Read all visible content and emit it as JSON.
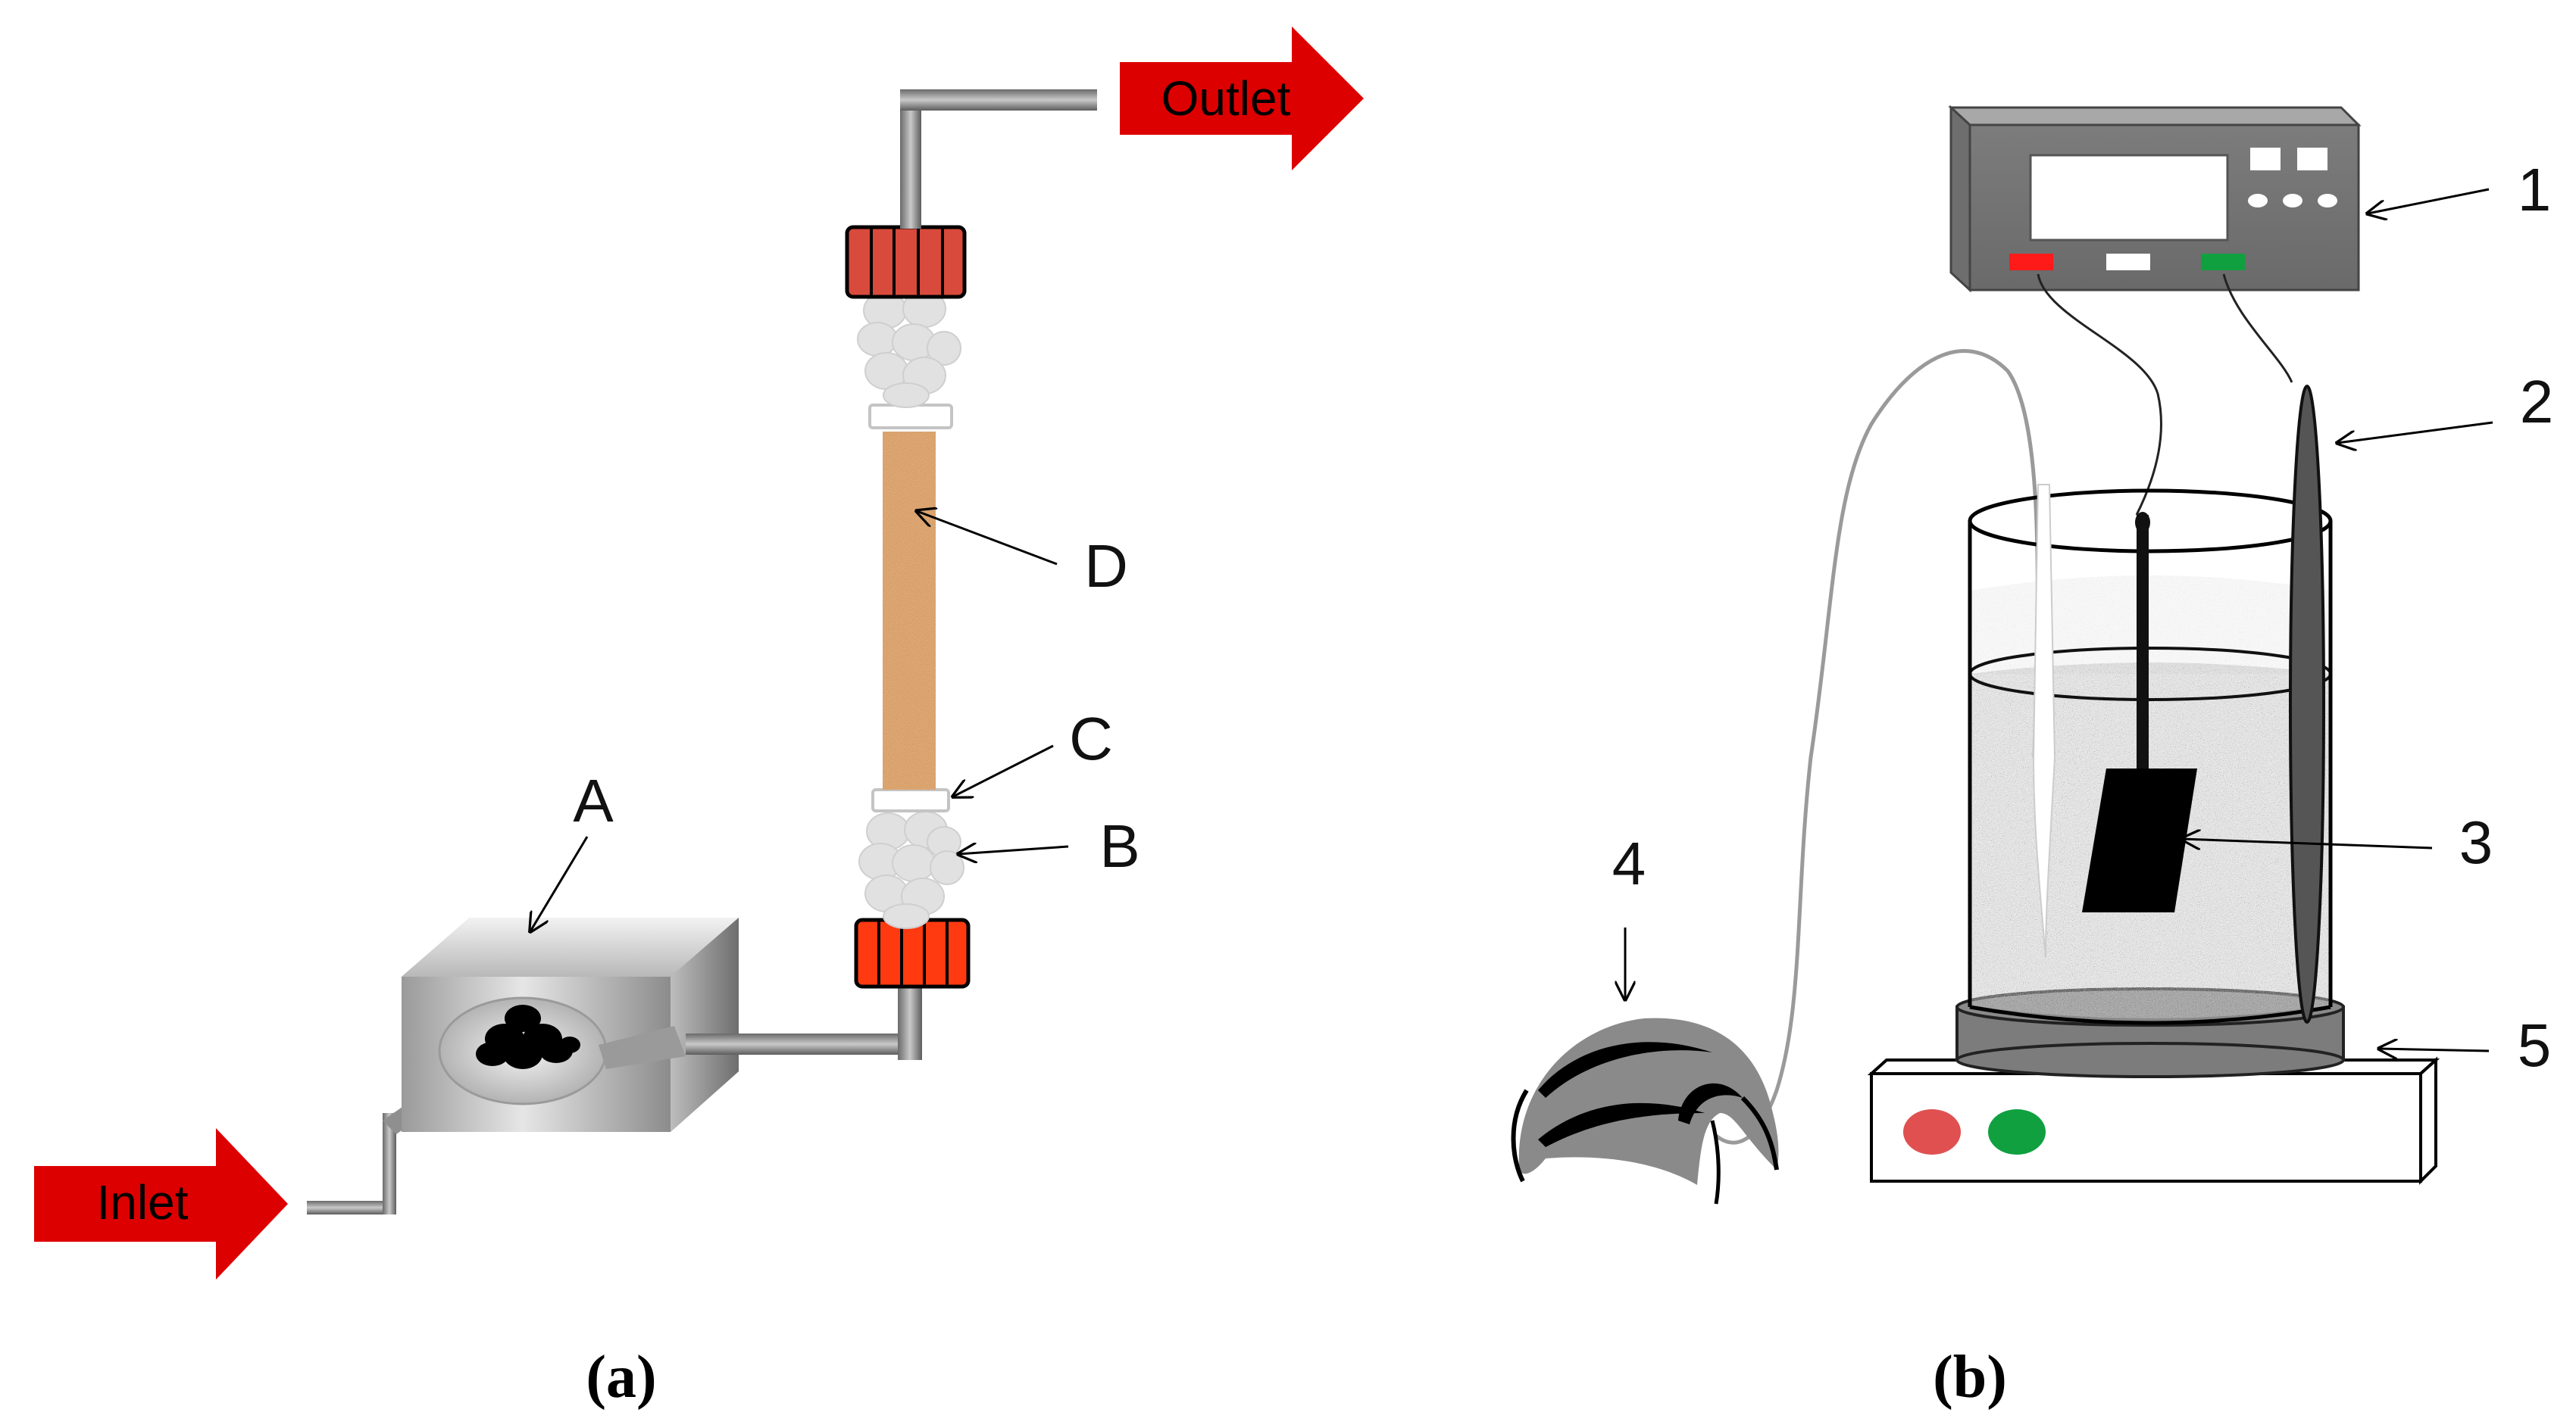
{
  "panel_a": {
    "caption": "(a)",
    "inlet": "Inlet",
    "outlet": "Outlet",
    "labels": {
      "A": "A",
      "B": "B",
      "C": "C",
      "D": "D"
    }
  },
  "panel_b": {
    "caption": "(b)",
    "labels": {
      "n1": "1",
      "n2": "2",
      "n3": "3",
      "n4": "4",
      "n5": "5"
    }
  },
  "colors": {
    "arrow_red": "#dd0000",
    "column_fill": "#d08a50",
    "clamp_red": "#d84a3c",
    "clamp_orange": "#ff3a10",
    "device_gray": "#8a8a8a",
    "liquid_dark": "#454545",
    "button_red": "#e05050",
    "button_green": "#10a040"
  }
}
